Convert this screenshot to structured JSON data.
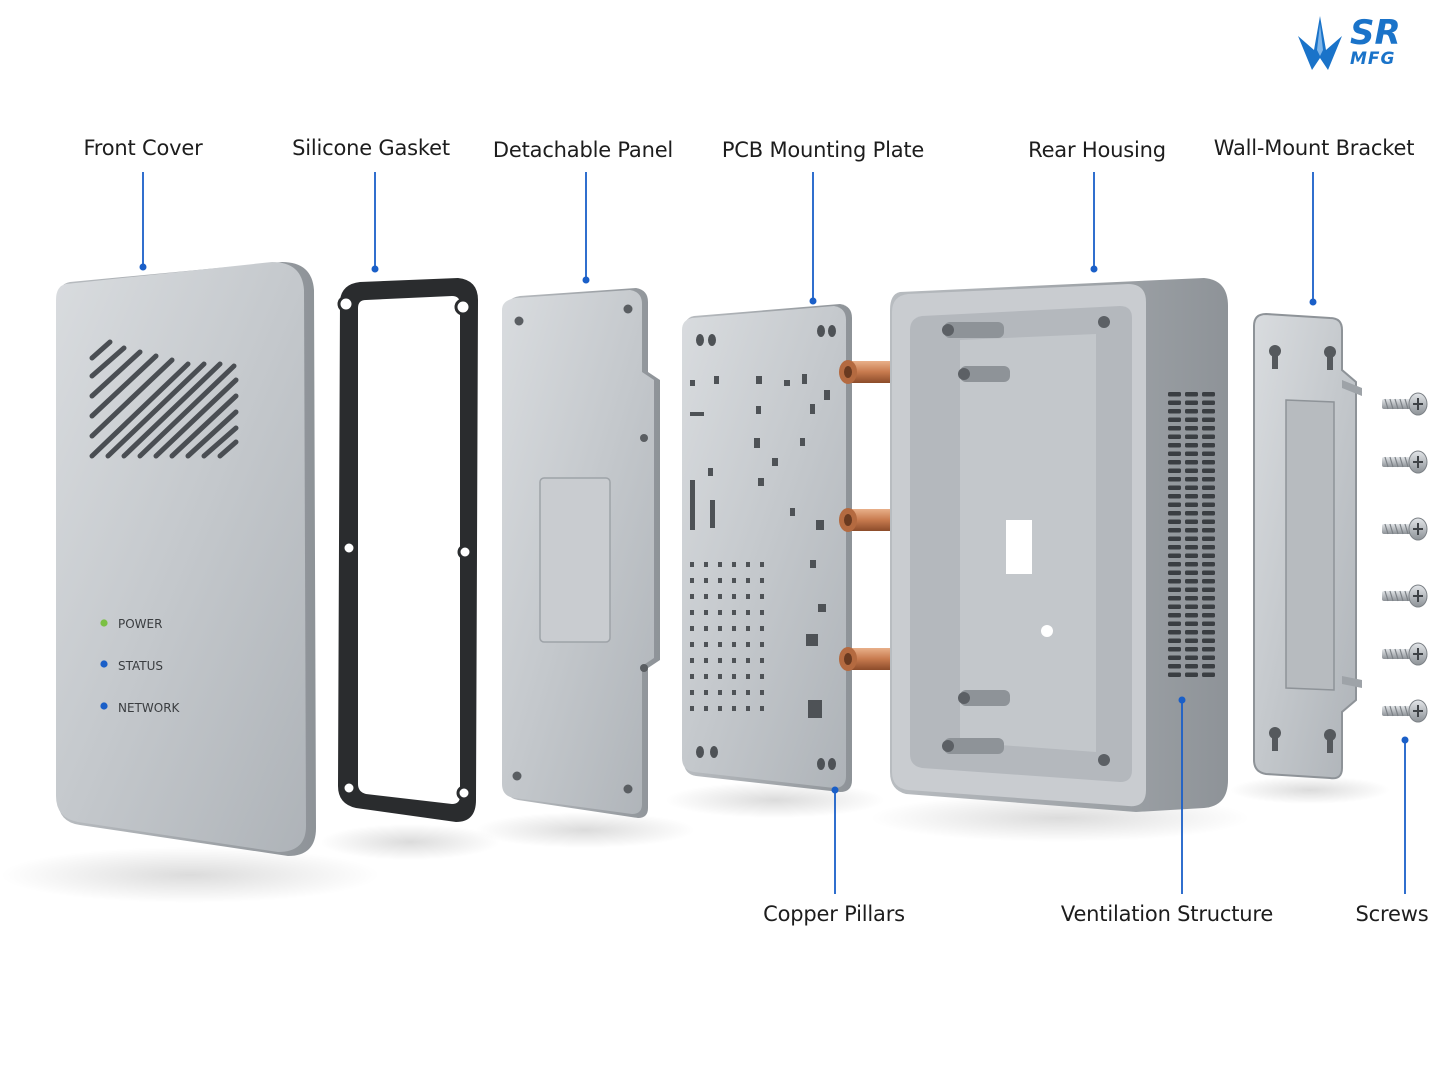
{
  "brand": {
    "line1": "SR",
    "line2": "MFG",
    "color": "#1a73c9"
  },
  "accent_color": "#1a5fc8",
  "labels_top": [
    "Front Cover",
    "Silicone Gasket",
    "Detachable Panel",
    "PCB Mounting Plate",
    "Rear Housing",
    "Wall-Mount Bracket"
  ],
  "labels_bottom": [
    "Copper Pillars",
    "Ventilation Structure",
    "Screws"
  ],
  "front_cover": {
    "indicators": [
      {
        "label": "POWER",
        "color": "#7bc043"
      },
      {
        "label": "STATUS",
        "color": "#1a5fc8"
      },
      {
        "label": "NETWORK",
        "color": "#1a5fc8"
      }
    ]
  }
}
